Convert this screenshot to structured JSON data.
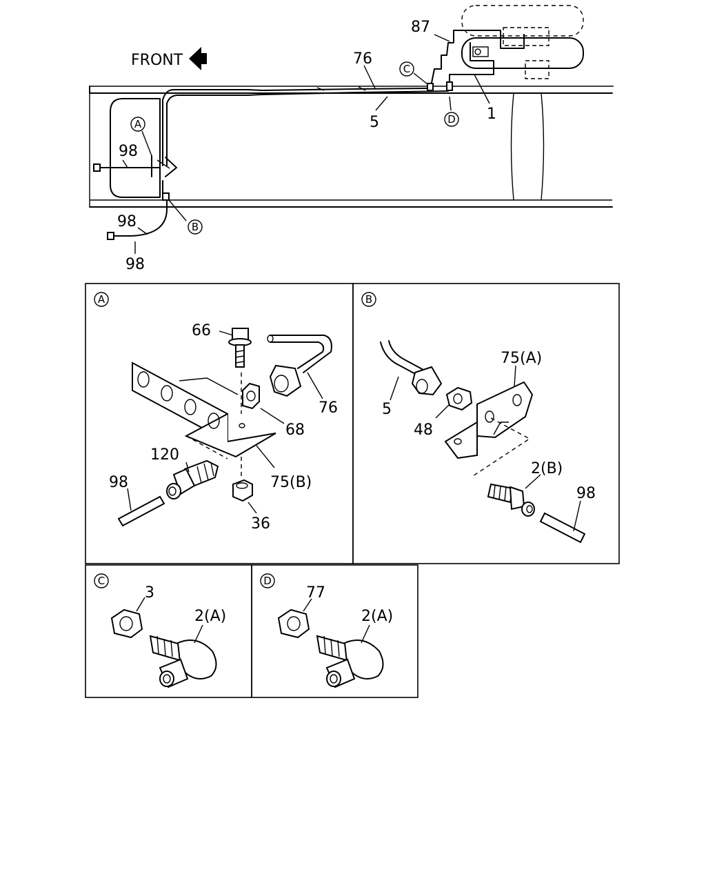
{
  "front_label": "FRONT",
  "overview": {
    "labels": {
      "l87": "87",
      "l76": "76",
      "l5": "5",
      "l1": "1",
      "l98a": "98",
      "l98b": "98",
      "l98c": "98"
    },
    "callouts": {
      "A": "A",
      "B": "B",
      "C": "C",
      "D": "D"
    }
  },
  "panel_a": {
    "tag": "A",
    "labels": {
      "p66": "66",
      "p76": "76",
      "p68": "68",
      "p120": "120",
      "p75b": "75(B)",
      "p98": "98",
      "p36": "36"
    }
  },
  "panel_b": {
    "tag": "B",
    "labels": {
      "p75a": "75(A)",
      "p5": "5",
      "p48": "48",
      "p2b": "2(B)",
      "p98": "98"
    }
  },
  "panel_c": {
    "tag": "C",
    "labels": {
      "p3": "3",
      "p2a": "2(A)"
    }
  },
  "panel_d": {
    "tag": "D",
    "labels": {
      "p77": "77",
      "p2a": "2(A)"
    }
  }
}
